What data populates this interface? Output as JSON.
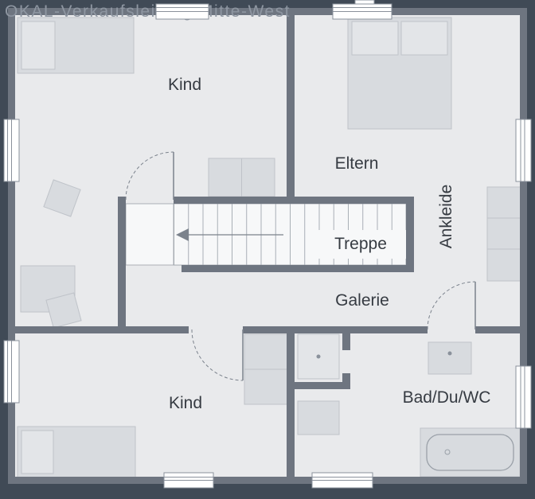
{
  "watermark": {
    "text": "OKAL-Verkaufsleitung Mitte-West"
  },
  "plan": {
    "rooms": {
      "kind_top": "Kind",
      "eltern": "Eltern",
      "ankleide": "Ankleide",
      "treppe": "Treppe",
      "galerie": "Galerie",
      "kind_bottom": "Kind",
      "bad": "Bad/Du/WC"
    },
    "colors": {
      "background": "#404a56",
      "floor": "#e9eaec",
      "wall": "#6e7580",
      "furniture": "#d8dbdf",
      "furniture_light": "#e3e5e8",
      "stairs": "#f7f8f9",
      "line": "#8a919b",
      "label_text": "#363b42",
      "watermark_text": "#8e96a1"
    }
  }
}
